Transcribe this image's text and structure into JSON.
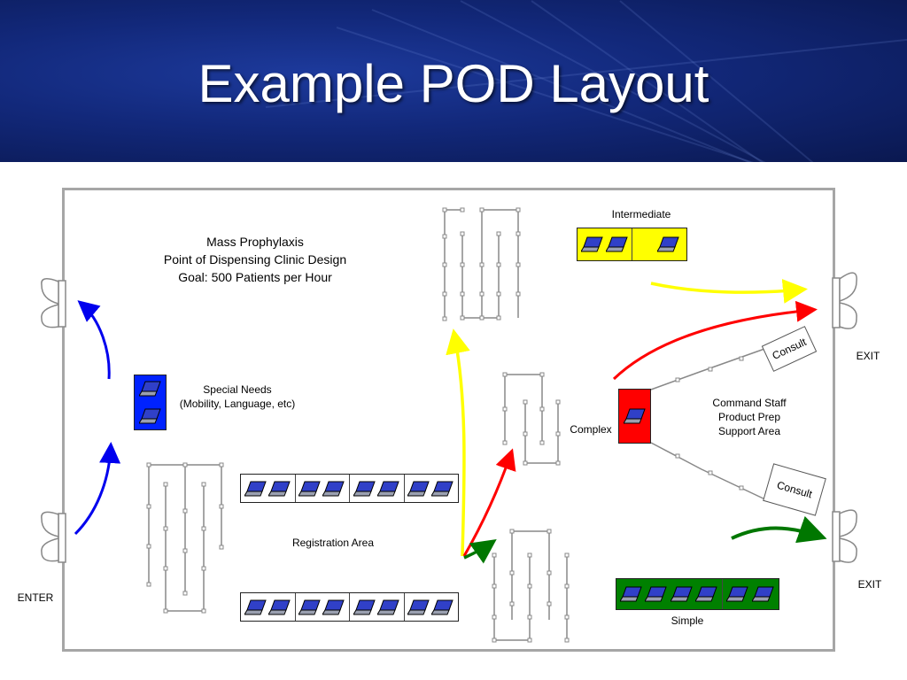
{
  "title": "Example POD Layout",
  "colors": {
    "header_bg": "#12287a",
    "yellow": "#ffff00",
    "red": "#ff0000",
    "blue": "#0000ee",
    "green": "#007700",
    "blue_station": "#0022ff",
    "green_station": "#008000",
    "yellow_station": "#ffff00",
    "red_station": "#ff0000"
  },
  "labels": {
    "clinic_line1": "Mass Prophylaxis",
    "clinic_line2": "Point of Dispensing Clinic Design",
    "clinic_line3": "Goal: 500 Patients per Hour",
    "special_needs_line1": "Special Needs",
    "special_needs_line2": "(Mobility, Language, etc)",
    "intermediate": "Intermediate",
    "complex": "Complex",
    "command_line1": "Command Staff",
    "command_line2": "Product Prep",
    "command_line3": "Support Area",
    "registration": "Registration Area",
    "simple": "Simple",
    "enter": "ENTER",
    "exit_top": "EXIT",
    "exit_bottom": "EXIT",
    "consult_top": "Consult",
    "consult_bottom": "Consult"
  },
  "icons": {
    "laptop": "laptop-icon",
    "door": "double-door-icon",
    "queue": "stanchion-queue-icon"
  }
}
